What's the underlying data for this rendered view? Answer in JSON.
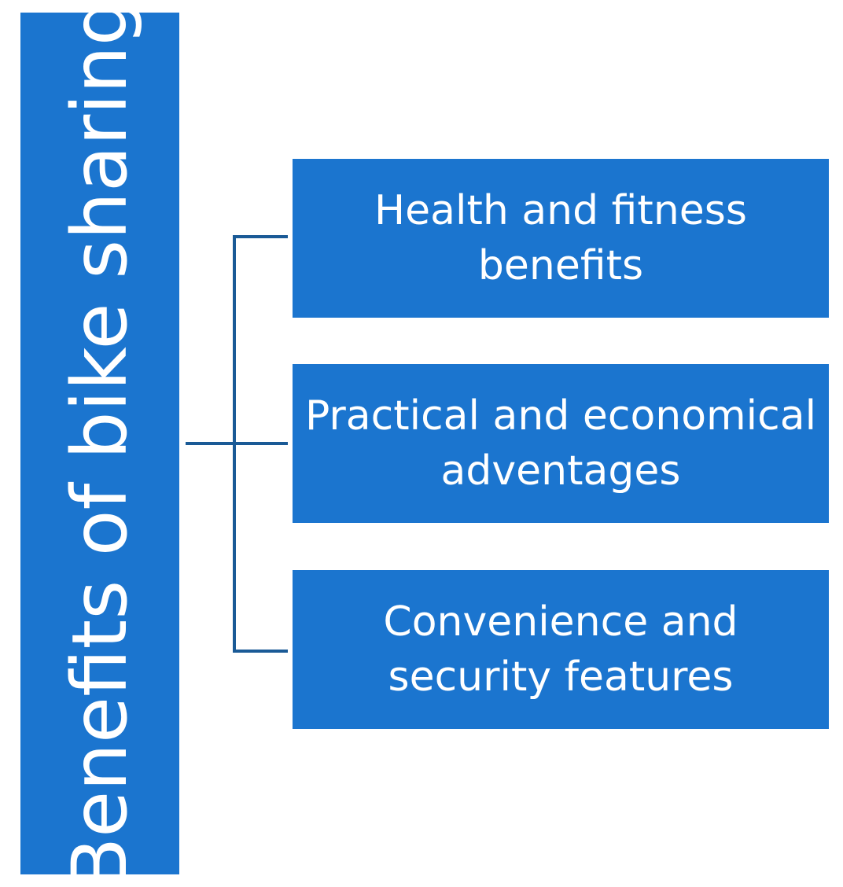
{
  "diagram": {
    "root": {
      "label": "Benefits of bike sharing"
    },
    "children": [
      {
        "label": "Health and fitness benefits"
      },
      {
        "label": "Practical and economical adventages"
      },
      {
        "label": "Convenience and security features"
      }
    ],
    "colors": {
      "box_fill": "#1B75CF",
      "connector": "#1A5A96",
      "text": "#ffffff"
    }
  }
}
